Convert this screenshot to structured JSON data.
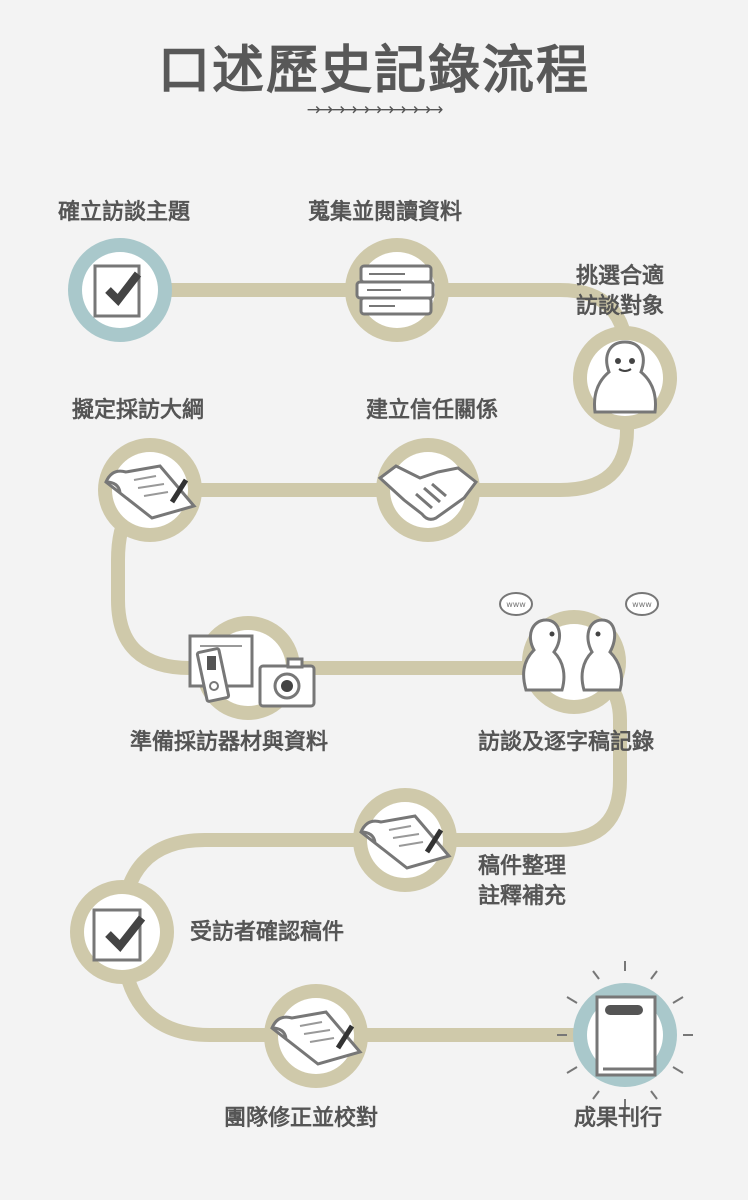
{
  "title": "口述歷史記錄流程",
  "arrows": "→→→→→→→→→→→",
  "colors": {
    "track": "#cfc9aa",
    "highlight": "#a9c8cb",
    "text": "#555555"
  },
  "steps": [
    {
      "label": "確立訪談主題",
      "icon": "checkbox-icon"
    },
    {
      "label": "蒐集並閱讀資料",
      "icon": "books-icon"
    },
    {
      "label": "挑選合適",
      "label2": "訪談對象",
      "icon": "person-icon"
    },
    {
      "label": "建立信任關係",
      "icon": "handshake-icon"
    },
    {
      "label": "擬定採訪大綱",
      "icon": "scroll-pen-icon"
    },
    {
      "label": "準備採訪器材與資料",
      "icon": "camera-recorder-icon"
    },
    {
      "label": "訪談及逐字稿記錄",
      "icon": "two-people-talking-icon",
      "bubble": "www"
    },
    {
      "label": "稿件整理",
      "label2": "註釋補充",
      "icon": "scroll-pen-icon"
    },
    {
      "label": "受訪者確認稿件",
      "icon": "checkbox-icon"
    },
    {
      "label": "團隊修正並校對",
      "icon": "scroll-pen-icon"
    },
    {
      "label": "成果刊行",
      "icon": "book-icon"
    }
  ]
}
